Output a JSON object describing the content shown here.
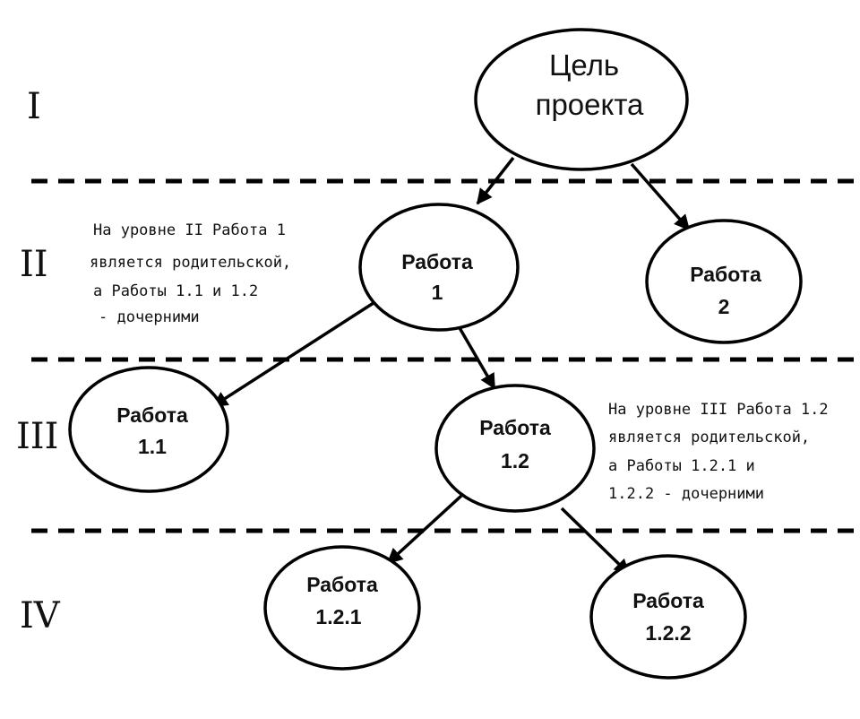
{
  "levels": [
    "I",
    "II",
    "III",
    "IV"
  ],
  "nodes": {
    "goal": {
      "line1": "Цель",
      "line2": "проекта"
    },
    "w1": {
      "line1": "Работа",
      "line2": "1"
    },
    "w2": {
      "line1": "Работа",
      "line2": "2"
    },
    "w11": {
      "line1": "Работа",
      "line2": "1.1"
    },
    "w12": {
      "line1": "Работа",
      "line2": "1.2"
    },
    "w121": {
      "line1": "Работа",
      "line2": "1.2.1"
    },
    "w122": {
      "line1": "Работа",
      "line2": "1.2.2"
    }
  },
  "notes": {
    "level2": [
      "На уровне II Работа 1",
      "является родительской,",
      "а Работы 1.1 и 1.2",
      "- дочерними"
    ],
    "level3": [
      "На уровне III Работа 1.2",
      "является родительской,",
      "а Работы 1.2.1 и",
      "1.2.2 - дочерними"
    ]
  }
}
